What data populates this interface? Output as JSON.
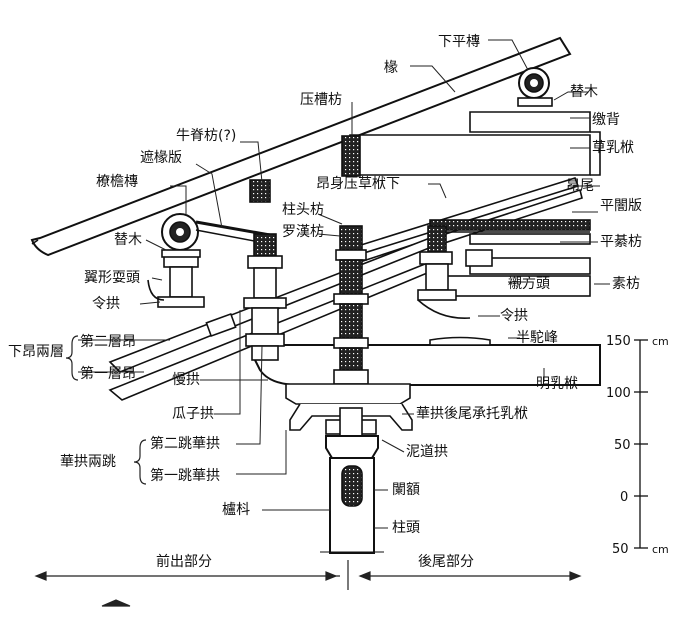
{
  "labels": {
    "xia_ping_tuan": "下平槫",
    "chuan": "椽",
    "ya_cao_fang": "压槽枋",
    "tian_mu_right": "替木",
    "niu_ji_fang": "牛脊枋(?)",
    "che_bei": "缴背",
    "zhe_chuan_ban": "遮椽版",
    "cao_ru_fu": "草乳栿",
    "liao_yan_tuan": "橑檐槫",
    "ang_wei": "昂尾",
    "ang_shen_ya_cao_fang_xia": "昂身压草栿下",
    "ping_ji_ban": "平闇版",
    "zhu_tou_fang": "柱头枋",
    "luo_zhi_fang": "罗漢枋",
    "ping_ji_fang": "平綦枋",
    "tian_mu_left": "替木",
    "yi_xing_shua_tou": "翼形耍頭",
    "chen_fang_tou": "襯方頭",
    "su_fang": "素枋",
    "ling_gong_left": "令拱",
    "ling_gong_right": "令拱",
    "xia_ang_liang_ceng": "下昂兩層",
    "di_er_ceng_ang": "第二層昂",
    "di_yi_ceng_ang": "第一層昂",
    "ban_tuo_feng": "半駝峰",
    "ming_ru_fu": "明乳栿",
    "man_gong": "慢拱",
    "gua_zi_gong": "瓜子拱",
    "hua_gong_wei": "華拱後尾承托乳栿",
    "hua_gong_liang_tiao": "華拱兩跳",
    "di_er_tiao": "第二跳華拱",
    "di_yi_tiao": "第一跳華拱",
    "ni_dao_gong": "泥道拱",
    "lu_dou": "櫨枓",
    "lan_e": "闌額",
    "zhu_tou": "柱頭",
    "qian_chu": "前出部分",
    "hou_wei": "後尾部分"
  },
  "scale": {
    "ticks": [
      "150",
      "100",
      "50",
      "0",
      "50"
    ],
    "unit_top": "cm",
    "unit_bottom": "cm"
  }
}
